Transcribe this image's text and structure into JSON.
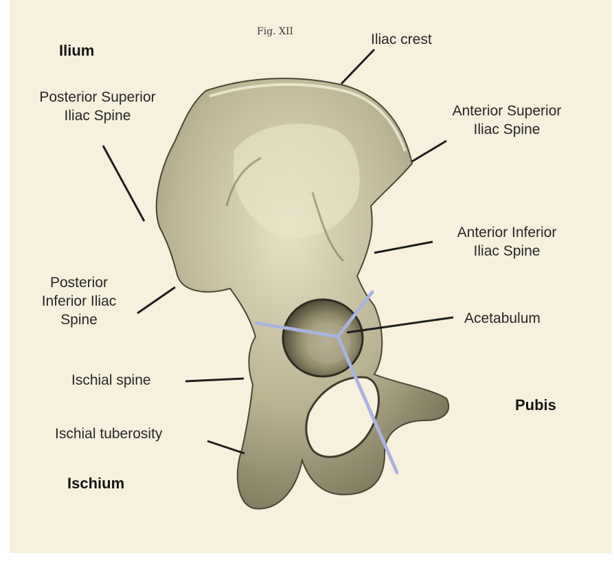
{
  "figure_label": "Fig. XII",
  "regions": {
    "ilium": "Ilium",
    "ischium": "Ischium",
    "pubis": "Pubis"
  },
  "labels": {
    "iliac_crest": "Iliac crest",
    "posterior_superior_iliac_spine": "Posterior Superior\nIliac Spine",
    "anterior_superior_iliac_spine": "Anterior Superior\nIliac Spine",
    "anterior_inferior_iliac_spine": "Anterior Inferior\nIliac Spine",
    "posterior_inferior_iliac_spine": "Posterior\nInferior Iliac\nSpine",
    "acetabulum": "Acetabulum",
    "ischial_spine": "Ischial spine",
    "ischial_tuberosity": "Ischial tuberosity"
  },
  "colors": {
    "background": "#f6f0dd",
    "bone": "#b9b392",
    "bone_shadow": "#4a4634",
    "region_divider_lines": "#a9b4de",
    "leader_lines": "#1e1e1e"
  }
}
